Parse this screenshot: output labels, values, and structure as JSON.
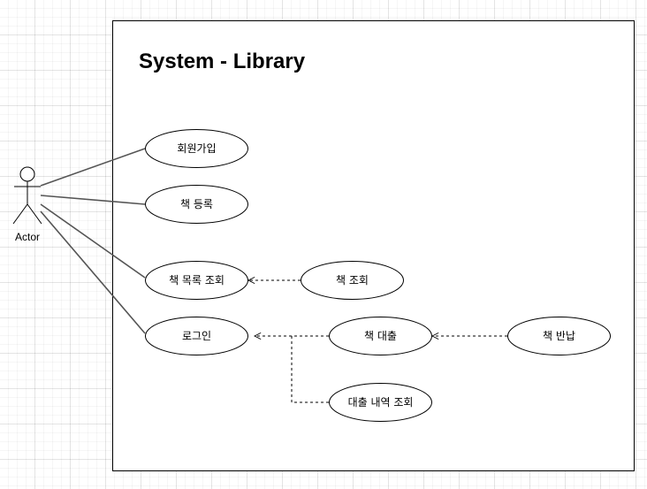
{
  "system": {
    "title": "System - Library"
  },
  "actor": {
    "label": "Actor"
  },
  "use_cases": {
    "signup": "회원가입",
    "register_book": "책 등록",
    "book_list": "책 목록 조회",
    "book_search": "책 조회",
    "login": "로그인",
    "borrow": "책 대출",
    "return": "책 반납",
    "loan_history": "대출 내역 조회"
  }
}
